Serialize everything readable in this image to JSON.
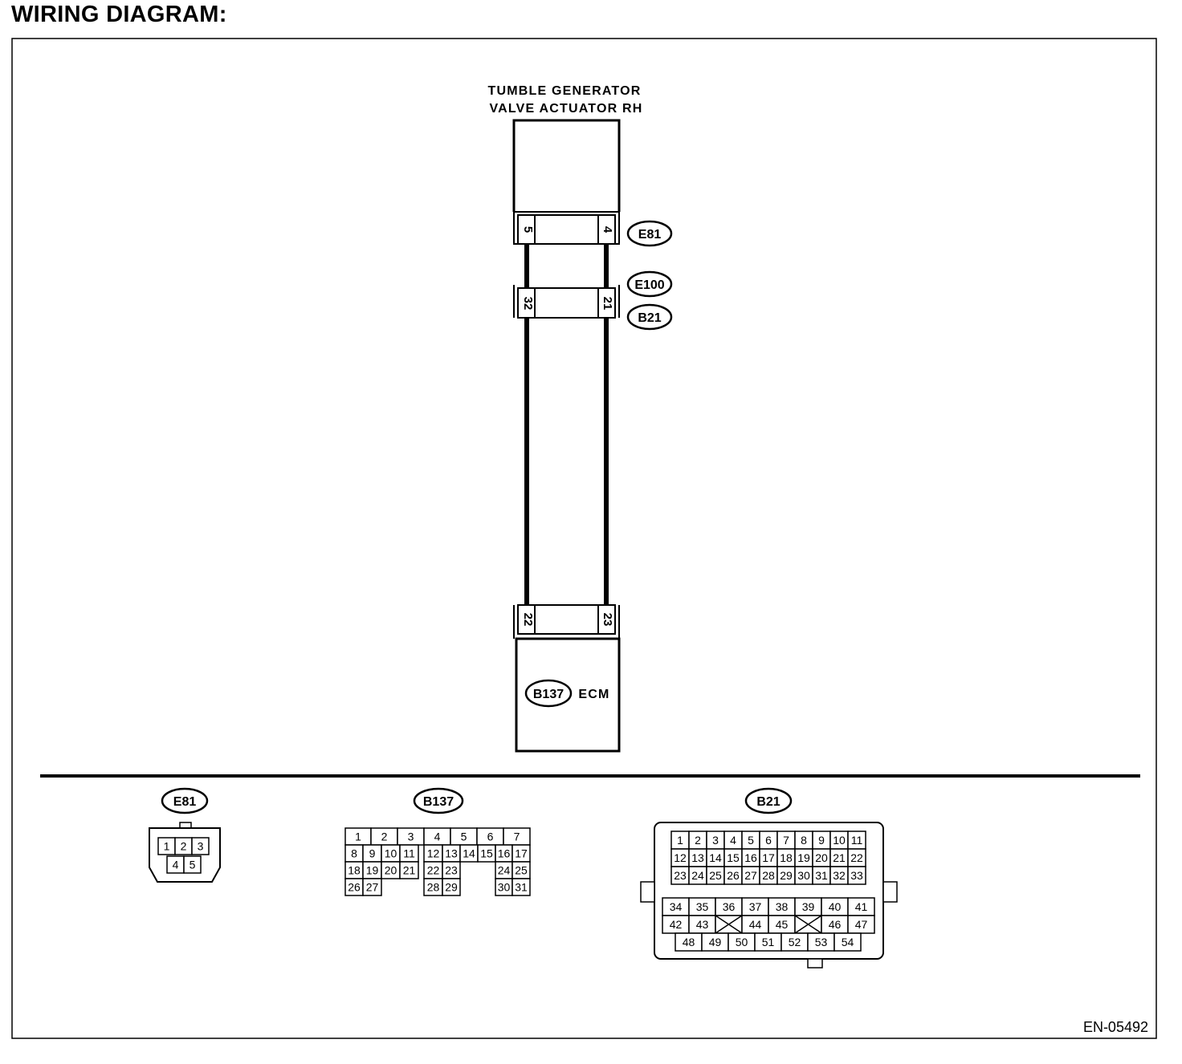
{
  "heading": "WIRING DIAGRAM:",
  "actuator": {
    "line1": "TUMBLE GENERATOR",
    "line2": "VALVE ACTUATOR RH"
  },
  "ecm": {
    "label": "ECM",
    "connector": "B137"
  },
  "connectors": {
    "e81_tag": "E81",
    "e100_tag": "E100",
    "b21_tag": "B21",
    "e81_pins": [
      "5",
      "4"
    ],
    "e100_pins": [
      "32",
      "21"
    ],
    "b137_pins": [
      "22",
      "23"
    ]
  },
  "faces": {
    "e81": {
      "tag": "E81",
      "rows": [
        [
          "1",
          "2",
          "3"
        ],
        [
          "4",
          "5"
        ]
      ]
    },
    "b137": {
      "tag": "B137",
      "rows": [
        [
          "1",
          "2",
          "3",
          "4",
          "5",
          "6",
          "7"
        ],
        [
          "8",
          "9",
          "10",
          "11",
          "12",
          "13",
          "14",
          "15",
          "16",
          "17"
        ],
        [
          "18",
          "19",
          "20",
          "21",
          "22",
          "23",
          "24",
          "25"
        ],
        [
          "26",
          "27",
          "28",
          "29",
          "30",
          "31"
        ]
      ]
    },
    "b21": {
      "tag": "B21",
      "upper_rows": [
        [
          "1",
          "2",
          "3",
          "4",
          "5",
          "6",
          "7",
          "8",
          "9",
          "10",
          "11"
        ],
        [
          "12",
          "13",
          "14",
          "15",
          "16",
          "17",
          "18",
          "19",
          "20",
          "21",
          "22"
        ],
        [
          "23",
          "24",
          "25",
          "26",
          "27",
          "28",
          "29",
          "30",
          "31",
          "32",
          "33"
        ]
      ],
      "lower_rows": [
        [
          "34",
          "35",
          "36",
          "37",
          "38",
          "39",
          "40",
          "41"
        ],
        [
          "42",
          "43",
          "",
          "44",
          "45",
          "",
          "46",
          "47"
        ],
        [
          "48",
          "49",
          "50",
          "51",
          "52",
          "53",
          "54"
        ]
      ]
    }
  },
  "diagram_code": "EN-05492"
}
